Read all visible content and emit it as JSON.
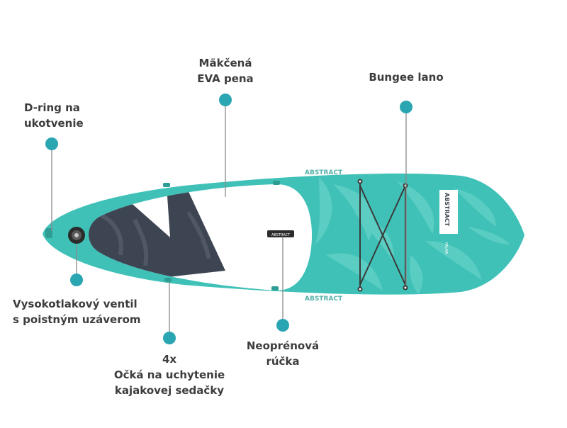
{
  "board": {
    "brand": "ABSTRACT",
    "model": "PALMA",
    "handle_text": "ABSTRACT",
    "colors": {
      "board": "#3fc1b7",
      "deck": "#ffffff",
      "chevron": "#3e4552",
      "leaf": "#62d0c5",
      "dot": "#2aa6b3",
      "line": "#8a8a8a"
    }
  },
  "callouts": {
    "eva": {
      "line1": "Mäkčená",
      "line2": "EVA pena"
    },
    "bungee": {
      "line1": "Bungee lano"
    },
    "dring": {
      "line1": "D-ring na",
      "line2": "ukotvenie"
    },
    "valve": {
      "line1": "Vysokotlakový ventil",
      "line2": "s poistným uzáverom"
    },
    "eyelets": {
      "line1": "4x",
      "line2": "Očká na uchytenie",
      "line3": "kajakovej sedačky"
    },
    "handle": {
      "line1": "Neoprénová",
      "line2": "rúčka"
    }
  }
}
